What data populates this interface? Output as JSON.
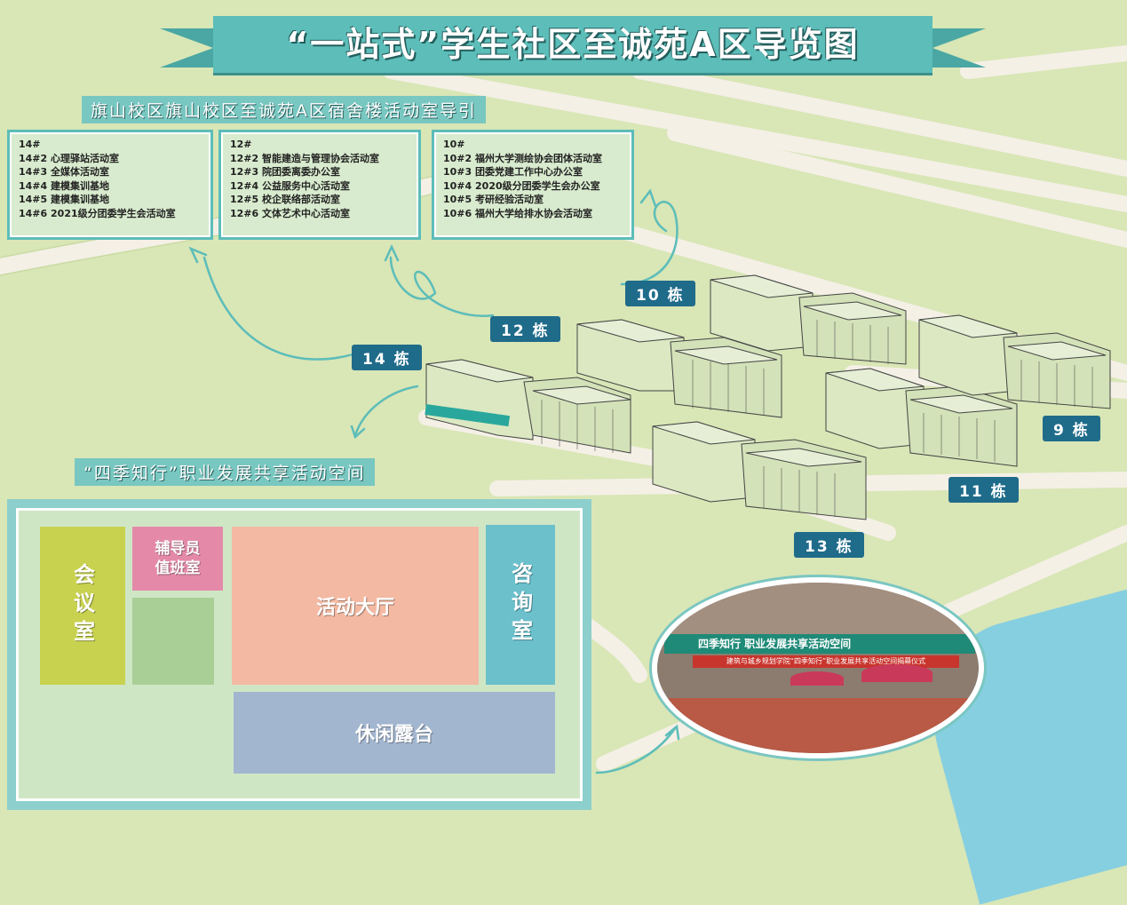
{
  "title": "“一站式”学生社区至诚苑A区导览图",
  "subtitle": "旗山校区旗山校区至诚苑A区宿舍楼活动室导引",
  "boxes": {
    "b14": {
      "lines": [
        "14#",
        "14#2 心理驿站活动室",
        "14#3 全媒体活动室",
        "14#4 建模集训基地",
        "14#5 建模集训基地",
        "14#6 2021级分团委学生会活动室"
      ]
    },
    "b12": {
      "lines": [
        "12#",
        "12#2 智能建造与管理协会活动室",
        "12#3 院团委离委办公室",
        "12#4 公益服务中心活动室",
        "12#5 校企联络部活动室",
        "12#6 文体艺术中心活动室"
      ]
    },
    "b10": {
      "lines": [
        "10#",
        "10#2 福州大学测绘协会团体活动室",
        "10#3 团委党建工作中心办公室",
        "10#4 2020级分团委学生会办公室",
        "10#5 考研经验活动室",
        "10#6 福州大学给排水协会活动室"
      ]
    }
  },
  "buildings": {
    "b10": "10 栋",
    "b12": "12 栋",
    "b14": "14 栋",
    "b9": "9 栋",
    "b11": "11 栋",
    "b13": "13 栋"
  },
  "space_title": "“四季知行”职业发展共享活动空间",
  "rooms": {
    "meeting": "会议室",
    "counselor": "辅导员值班室",
    "hall": "活动大厅",
    "consult": "咨询室",
    "terrace": "休闲露台"
  },
  "photo": {
    "sign": "四季知行 职业发展共享活动空间",
    "banner": "建筑与城乡规划学院“四季知行”职业发展共享活动空间揭幕仪式"
  },
  "colors": {
    "teal": "#5cbdb9",
    "navy_label": "#1f6b8a",
    "meeting": "#c8d24f",
    "counselor": "#e48aa8",
    "hall": "#f3b9a2",
    "consult": "#6bc0cc",
    "terrace": "#a2b6d0",
    "green_room": "#a9cf96"
  }
}
